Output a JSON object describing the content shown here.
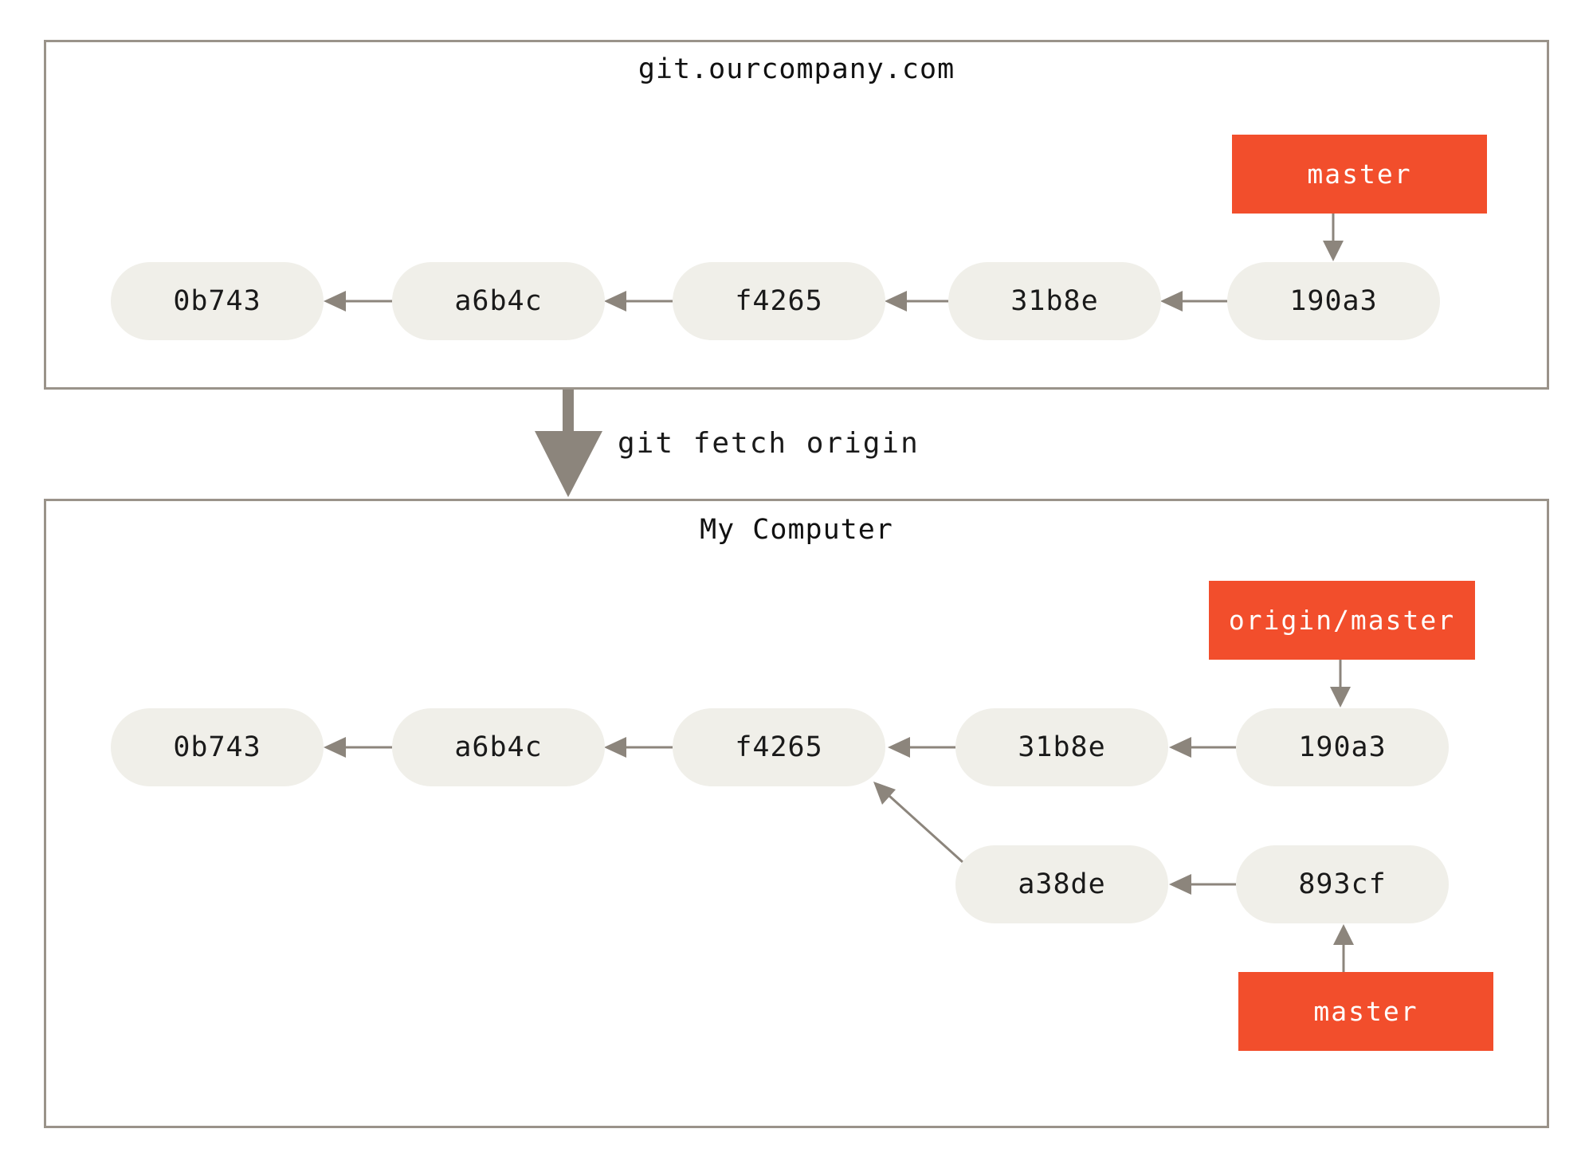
{
  "remote": {
    "title": "git.ourcompany.com",
    "commits": [
      "0b743",
      "a6b4c",
      "f4265",
      "31b8e",
      "190a3"
    ],
    "branch": "master"
  },
  "command": "git fetch origin",
  "local": {
    "title": "My Computer",
    "commits": [
      "0b743",
      "a6b4c",
      "f4265",
      "31b8e",
      "190a3"
    ],
    "side_commits": [
      "a38de",
      "893cf"
    ],
    "remote_branch": "origin/master",
    "branch": "master"
  },
  "colors": {
    "ref": "#f24e2c",
    "commit_bg": "#f0efe9",
    "arrow": "#8c857c",
    "border": "#9a938a"
  }
}
